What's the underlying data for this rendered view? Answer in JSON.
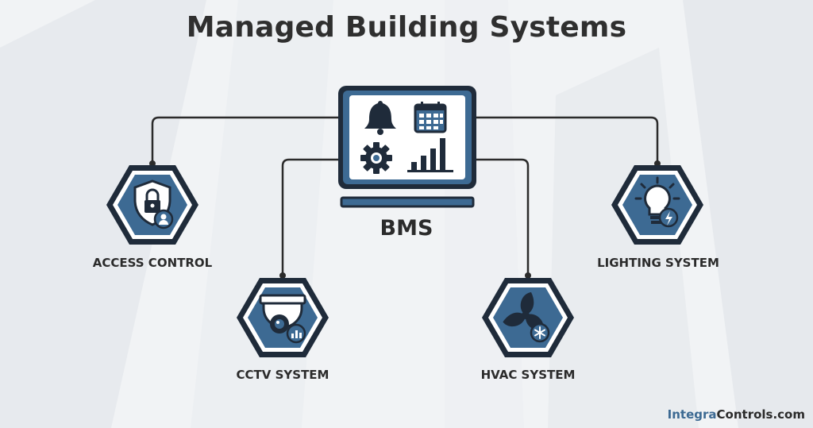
{
  "title": "Managed Building Systems",
  "center": {
    "label": "BMS"
  },
  "systems": [
    {
      "label": "ACCESS CONTROL",
      "icon": "shield-lock-icon"
    },
    {
      "label": "CCTV SYSTEM",
      "icon": "security-camera-icon"
    },
    {
      "label": "HVAC SYSTEM",
      "icon": "fan-snowflake-icon"
    },
    {
      "label": "LIGHTING SYSTEM",
      "icon": "lightbulb-bolt-icon"
    }
  ],
  "monitor_icons": [
    "bell-icon",
    "calendar-icon",
    "gear-icon",
    "bar-chart-icon"
  ],
  "brand": {
    "part1": "Integra",
    "part2": "Controls.com"
  },
  "colors": {
    "accent": "#3d6a93",
    "dark": "#1f2b3a",
    "line": "#2b2b2b",
    "text": "#2b2b2b"
  }
}
